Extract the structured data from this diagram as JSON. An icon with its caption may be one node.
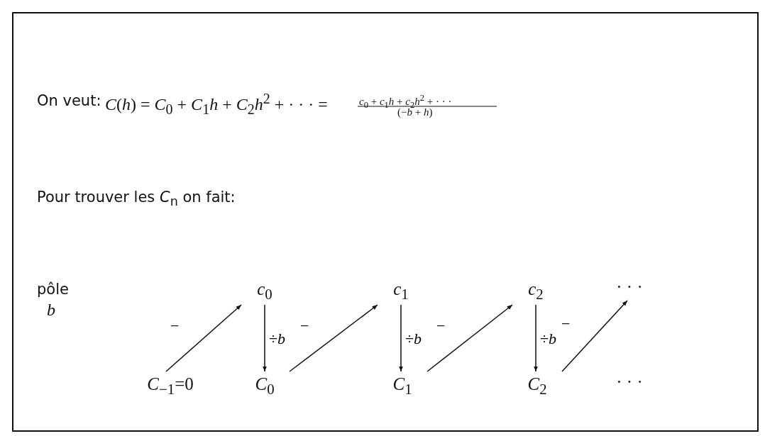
{
  "diagram": {
    "nodes": [
      {
        "text": [
          "*c*$_{0}$"
        ]
      },
      {
        "text": [
          "*c*$_{1}$"
        ]
      },
      {
        "text": [
          "*c*$_{2}$"
        ]
      },
      {
        "text": [
          "· · ·"
        ]
      },
      {
        "text": [
          "*C*$_{−1}$=0"
        ]
      },
      {
        "text": [
          "*C*$_{0}$"
        ]
      },
      {
        "text": [
          "*C*$_{1}$"
        ]
      },
      {
        "text": [
          "*C*$_{2}$"
        ]
      },
      {
        "text": [
          "· · ·"
        ]
      }
    ],
    "edges": [
      {
        "from": 4,
        "to": 0,
        "arrow": "to",
        "label": "−"
      },
      {
        "from": 0,
        "to": 5,
        "arrow": "to",
        "label": "÷*b*"
      },
      {
        "from": 5,
        "to": 1,
        "arrow": "to",
        "label": "−"
      },
      {
        "from": 1,
        "to": 6,
        "arrow": "to",
        "label": "÷*b*"
      },
      {
        "from": 6,
        "to": 2,
        "arrow": "to",
        "label": "−"
      },
      {
        "from": 2,
        "to": 7,
        "arrow": "to",
        "label": "÷*b*"
      },
      {
        "from": 7,
        "to": 3,
        "arrow": "to",
        "label": "−"
      }
    ],
    "labels": [
      "On veut:",
      "*C*(*h*) = *C*$_{0}$ + *C*$_{1}$*h* + *C*$_{2}$*h*$^{2}$ + · · · =",
      "*c*$_{0}$ + *c*$_{1}$*h* + *c*$_{2}$*h*$^{2}$ + · · ·",
      "(−*b* + *h*)",
      "Pour trouver les *C*$_{n}$ on fait:",
      "pôle",
      "*b*"
    ]
  }
}
